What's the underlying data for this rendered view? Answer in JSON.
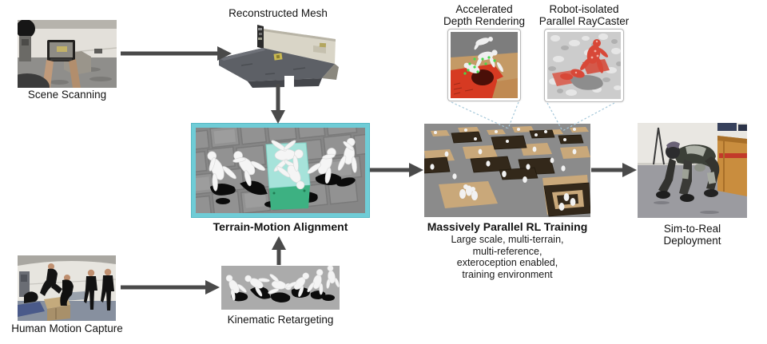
{
  "figure": {
    "nodes": {
      "scene_scanning": "Scene Scanning",
      "reconstructed_mesh": "Reconstructed Mesh",
      "terrain_motion_alignment": "Terrain-Motion Alignment",
      "human_motion_capture": "Human Motion Capture",
      "kinematic_retargeting": "Kinematic Retargeting",
      "rl_training": "Massively Parallel RL Training",
      "sim_to_real": "Sim-to-Real Deployment"
    },
    "rl_description": [
      "Large scale, multi-terrain,",
      "multi-reference,",
      "exteroception enabled,",
      "training environment"
    ],
    "cards": {
      "depth_rendering": {
        "line1": "Accelerated",
        "line2": "Depth Rendering"
      },
      "raycaster": {
        "line1": "Robot-isolated",
        "line2": "Parallel RayCaster"
      }
    },
    "colors": {
      "arrow": "#4a4a4a",
      "highlight_border": "#6fccd6",
      "callout_line": "#a5c8da",
      "alignment_box_top": "#a6e3da",
      "alignment_box_front": "#3db182"
    }
  }
}
